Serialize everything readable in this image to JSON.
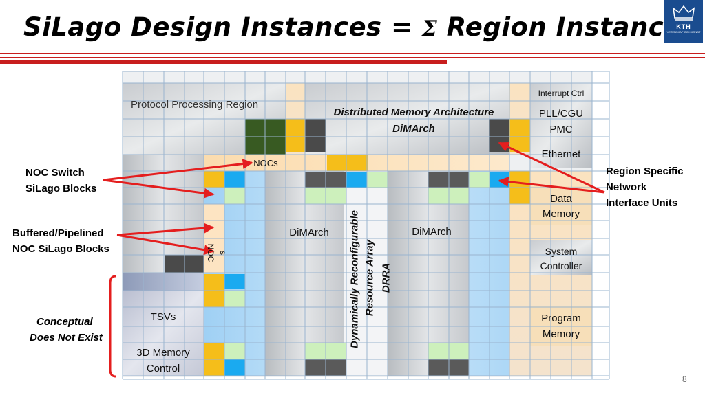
{
  "title": {
    "left": "SiLago Design Instances = ",
    "sigma": "Σ",
    "right": " Region Instances"
  },
  "logo": {
    "name": "KTH",
    "motto": "VETENSKAP OCH KONST"
  },
  "regions": {
    "protocol": "Protocol Processing Region",
    "dimarch_title": "Distributed Memory Architecture",
    "dimarch_sub": "DiMArch",
    "interrupt": "Interrupt Ctrl",
    "pll": "PLL/CGU",
    "pmc": "PMC",
    "ethernet": "Ethernet",
    "nocs": "NOCs",
    "data_memory_1": "Data",
    "data_memory_2": "Memory",
    "dimarch_left": "DiMArch",
    "dimarch_right": "DiMArch",
    "noc_vertical_1": "NOC",
    "noc_vertical_2": "s",
    "system_ctrl_1": "System",
    "system_ctrl_2": "Controller",
    "drra_1": "Dynamically Reconfigurable",
    "drra_2": "Resource Array",
    "drra_3": "DRRA",
    "tsvs": "TSVs",
    "program_memory_1": "Program",
    "program_memory_2": "Memory",
    "memory3d_1": "3D Memory",
    "memory3d_2": "Control"
  },
  "annotations": {
    "noc_switch_1": "NOC Switch",
    "noc_switch_2": "SiLago Blocks",
    "buffered_1": "Buffered/Pipelined",
    "buffered_2": "NOC SiLago Blocks",
    "conceptual_1": "Conceptual",
    "conceptual_2": "Does Not Exist",
    "region_specific_1": "Region Specific",
    "region_specific_2": "Network",
    "region_specific_3": "Interface Units"
  },
  "page_number": "8",
  "colors": {
    "accent_red": "#e41e1e",
    "title_rule": "#c81e1e",
    "kth_blue": "#1a4c8f",
    "noc_yellow": "#f5be1a",
    "noc_blue": "#1aaaf0",
    "noc_green": "#cdf0bc",
    "dark_block": "#4a4a4a",
    "dark_green": "#385a22"
  }
}
